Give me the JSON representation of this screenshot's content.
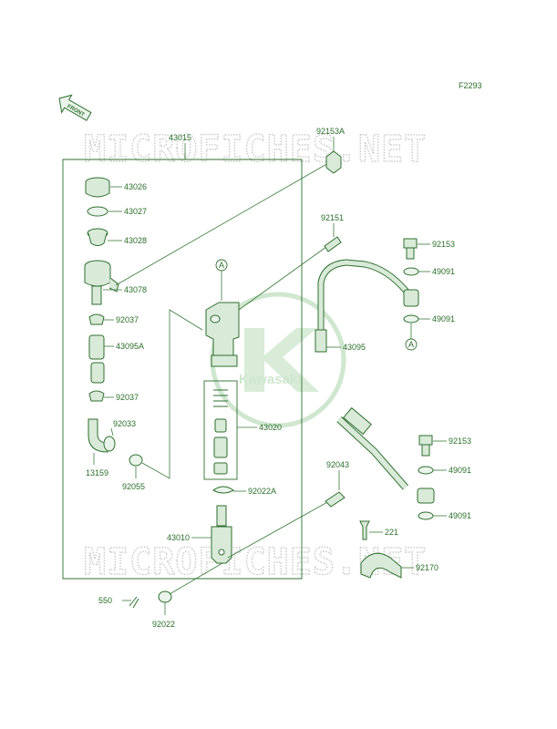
{
  "figure_code": "F2293",
  "front_label": "FRONT",
  "watermark": "MICROFICHES.NET",
  "logo_text": "Kawasaki",
  "parts": {
    "p43015": "43015",
    "p92153A": "92153A",
    "p43026": "43026",
    "p43027": "43027",
    "p43028": "43028",
    "p92151": "92151",
    "p92153_top": "92153",
    "p49091_a": "49091",
    "p43078": "43078",
    "p49091_b": "49091",
    "p92037_a": "92037",
    "p43095A": "43095A",
    "p43095": "43095",
    "p92037_b": "92037",
    "p43020": "43020",
    "p92033": "92033",
    "p92153_bot": "92153",
    "p13159": "13159",
    "p92043": "92043",
    "p49091_c": "49091",
    "p92055": "92055",
    "p92022A": "92022A",
    "p49091_d": "49091",
    "p221": "221",
    "p43010": "43010",
    "p92170": "92170",
    "p550": "550",
    "p92022": "92022"
  },
  "callouts": {
    "a_top": "A",
    "a_right": "A"
  }
}
